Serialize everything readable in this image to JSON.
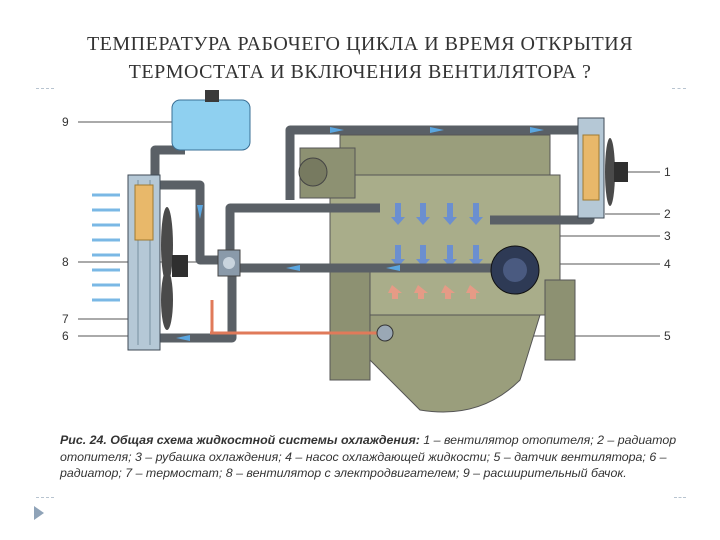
{
  "slide": {
    "title_line1": "ТЕМПЕРАТУРА РАБОЧЕГО ЦИКЛА И ВРЕМЯ ОТКРЫТИЯ",
    "title_line2": "ТЕРМОСТАТА И ВКЛЮЧЕНИЯ ВЕНТИЛЯТОРА ?"
  },
  "diagram": {
    "labels": [
      "1",
      "2",
      "3",
      "4",
      "5",
      "6",
      "7",
      "8",
      "9"
    ],
    "colors": {
      "engine": "#a9ad8a",
      "engine_dark": "#6f7359",
      "pipe": "#5a6066",
      "coolant": "#5aa6e0",
      "hot": "#e59b86",
      "heater": "#e8b86a",
      "tank": "#8fd0f0"
    }
  },
  "caption": {
    "fig": "Рис. 24. Общая схема жидкостной системы охлаждения:",
    "text": " 1 – вентилятор отопителя; 2 – радиатор отопителя; 3 – рубашка охлаждения; 4 – насос охлаждающей жидкости; 5 – датчик вентилятора; 6 – радиатор; 7 – термостат; 8 – вентилятор с электродвигателем; 9 – расширительный бачок."
  }
}
